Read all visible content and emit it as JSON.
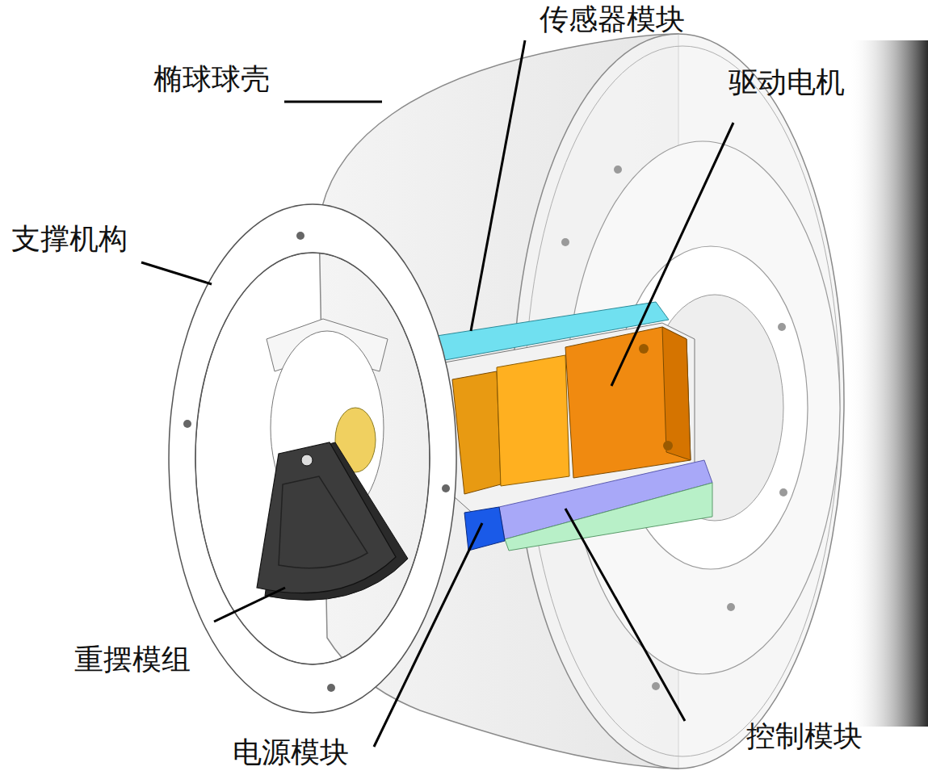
{
  "diagram": {
    "labels": [
      "传感器模块",
      "驱动电机",
      "椭球球壳",
      "支撑机构",
      "重摆模组",
      "电源模块",
      "控制模块"
    ]
  }
}
